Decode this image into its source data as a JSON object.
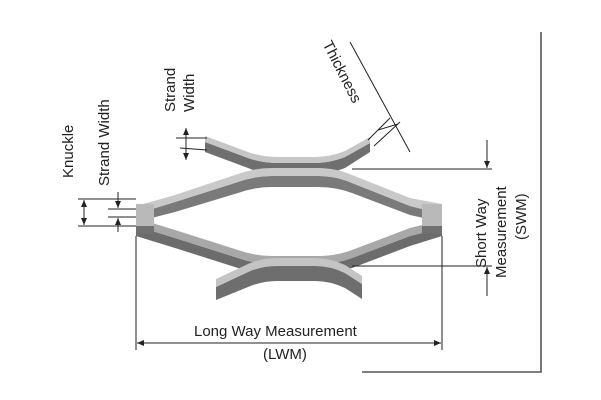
{
  "colors": {
    "line": "#222222",
    "strand_light": "#c9c9c9",
    "strand_mid": "#9f9f9f",
    "strand_dark": "#6c6c6c",
    "frame": "#555555"
  },
  "labels": {
    "knuckle": "Knuckle",
    "strand_width_left": "Strand Width",
    "strand_width_top_1": "Strand",
    "strand_width_top_2": "Width",
    "thickness": "Thickness",
    "short_way_1": "Short Way",
    "short_way_2": "Measurement",
    "short_way_3": "(SWM)",
    "long_way_1": "Long Way Measurement",
    "long_way_2": "(LWM)"
  }
}
